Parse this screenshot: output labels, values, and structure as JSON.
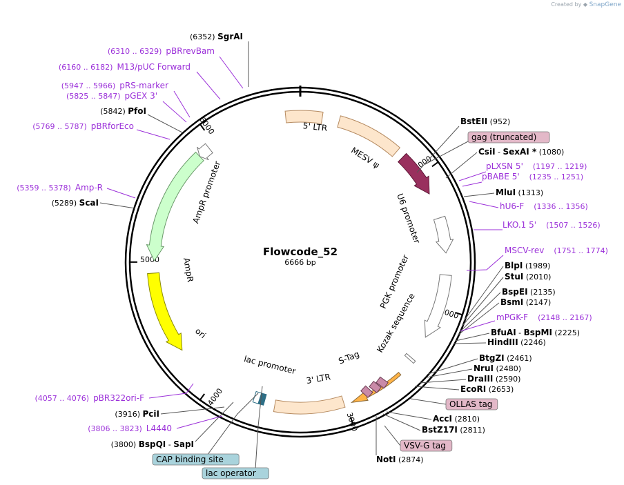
{
  "credit": {
    "prefix": "Created by",
    "brand": "SnapGene"
  },
  "plasmid": {
    "name": "Flowcode_52",
    "length_label": "6666 bp",
    "total_bp": 6666
  },
  "ticks": [
    {
      "bp": 1000,
      "label": "1000"
    },
    {
      "bp": 2000,
      "label": "2000"
    },
    {
      "bp": 3000,
      "label": "3000"
    },
    {
      "bp": 4000,
      "label": "4000"
    },
    {
      "bp": 5000,
      "label": "5000"
    },
    {
      "bp": 6000,
      "label": "6000"
    }
  ],
  "features": [
    {
      "name": "5' LTR",
      "start": 6560,
      "end": 160,
      "color": "#fde6cc",
      "stroke": "#b58a60",
      "dir": "none",
      "label_mode": "arc"
    },
    {
      "name": "MESV ψ",
      "start": 285,
      "end": 760,
      "color": "#fde6cc",
      "stroke": "#b58a60",
      "dir": "none",
      "label_mode": "arc_below"
    },
    {
      "name": "gag (truncated)",
      "start": 820,
      "end": 1150,
      "color": "#99305e",
      "stroke": "#5e1736",
      "dir": "fwd",
      "label_mode": "none"
    },
    {
      "name": "U6 promoter",
      "start": 1340,
      "end": 1600,
      "color": "#ffffff",
      "stroke": "#777",
      "dir": "fwd",
      "label_mode": "arc_below"
    },
    {
      "name": "PGK promoter",
      "start": 1760,
      "end": 2240,
      "color": "#ffffff",
      "stroke": "#777",
      "dir": "fwd",
      "label_mode": "arc_below"
    },
    {
      "name": "Kozak sequence",
      "start": 2420,
      "end": 2440,
      "color": "#ffffff",
      "stroke": "#777",
      "dir": "none",
      "label_mode": "none"
    },
    {
      "name": "OLLAS tag",
      "start": 2560,
      "end": 2960,
      "color": "#ffb347",
      "stroke": "#8a6a3b",
      "dir": "fwd_thin",
      "label_mode": "none"
    },
    {
      "name": "3' LTR",
      "start": 3015,
      "end": 3520,
      "color": "#fde6cc",
      "stroke": "#b58a60",
      "dir": "none",
      "label_mode": "arc"
    },
    {
      "name": "ori",
      "start": 4320,
      "end": 4920,
      "color": "#ffff00",
      "stroke": "#8a8a00",
      "dir": "rev",
      "label_mode": "arc"
    },
    {
      "name": "AmpR",
      "start": 5010,
      "end": 5860,
      "color": "#ccffcc",
      "stroke": "#6a9a6a",
      "dir": "rev",
      "label_mode": "arc_below"
    },
    {
      "name": "AmpR promoter",
      "start": 5860,
      "end": 5950,
      "color": "#ffffff",
      "stroke": "#777",
      "dir": "rev",
      "label_mode": "none"
    }
  ],
  "inner_labels": [
    {
      "text": "5' LTR"
    },
    {
      "text": "MESV ψ"
    },
    {
      "text": "U6 promoter"
    },
    {
      "text": "PGK promoter"
    },
    {
      "text": "Kozak sequence"
    },
    {
      "text": "S-Tag"
    },
    {
      "text": "3' LTR"
    },
    {
      "text": "lac promoter"
    },
    {
      "text": "ori"
    },
    {
      "text": "AmpR"
    },
    {
      "text": "AmpR promoter"
    }
  ],
  "enzymes": [
    {
      "name": "SgrAI",
      "pos": "(6352)"
    },
    {
      "name": "PfoI",
      "pos": "(5842)"
    },
    {
      "name": "ScaI",
      "pos": "(5289)"
    },
    {
      "name": "PciI",
      "pos": "(3916)"
    },
    {
      "name": "BspQI",
      "sep": " - ",
      "name2": "SapI",
      "pos": "(3800)"
    },
    {
      "name": "BstEII",
      "pos": "(952)"
    },
    {
      "name": "CsiI",
      "sep": " - ",
      "name2": "SexAI *",
      "pos": "(1080)"
    },
    {
      "name": "MluI",
      "pos": "(1313)"
    },
    {
      "name": "BlpI",
      "pos": "(1989)"
    },
    {
      "name": "StuI",
      "pos": "(2010)"
    },
    {
      "name": "BspEI",
      "pos": "(2135)"
    },
    {
      "name": "BsmI",
      "pos": "(2147)"
    },
    {
      "name": "BfuAI",
      "sep": " - ",
      "name2": "BspMI",
      "pos": "(2225)"
    },
    {
      "name": "HindIII",
      "pos": "(2246)"
    },
    {
      "name": "BtgZI",
      "pos": "(2461)"
    },
    {
      "name": "NruI",
      "pos": "(2480)"
    },
    {
      "name": "DraIII",
      "pos": "(2590)"
    },
    {
      "name": "EcoRI",
      "pos": "(2653)"
    },
    {
      "name": "AccI",
      "pos": "(2810)"
    },
    {
      "name": "BstZ17I",
      "pos": "(2811)"
    },
    {
      "name": "NotI",
      "pos": "(2874)"
    }
  ],
  "primers": [
    {
      "range": "(6310 .. 6329)",
      "name": "pBRrevBam"
    },
    {
      "range": "(6160 .. 6182)",
      "name": "M13/pUC Forward"
    },
    {
      "range": "(5947 .. 5966)",
      "name": "pRS-marker"
    },
    {
      "range": "(5825 .. 5847)",
      "name": "pGEX 3'"
    },
    {
      "range": "(5769 .. 5787)",
      "name": "pBRforEco"
    },
    {
      "range": "(5359 .. 5378)",
      "name": "Amp-R"
    },
    {
      "range": "(4057 .. 4076)",
      "name": "pBR322ori-F"
    },
    {
      "range": "(3806 .. 3823)",
      "name": "L4440"
    },
    {
      "range": "(1197 .. 1219)",
      "name": "pLXSN 5'"
    },
    {
      "range": "(1235 .. 1251)",
      "name": "pBABE 5'"
    },
    {
      "range": "(1336 .. 1356)",
      "name": "hU6-F"
    },
    {
      "range": "(1507 .. 1526)",
      "name": "LKO.1 5'"
    },
    {
      "range": "(1751 .. 1774)",
      "name": "MSCV-rev"
    },
    {
      "range": "(2148 .. 2167)",
      "name": "mPGK-F"
    }
  ],
  "boxed_features": [
    {
      "name": "gag (truncated)",
      "fill": "#e3b8c8"
    },
    {
      "name": "OLLAS tag",
      "fill": "#e3b8c8"
    },
    {
      "name": "VSV-G tag",
      "fill": "#e3b8c8"
    },
    {
      "name": "CAP binding site",
      "fill": "#a9d3dc"
    },
    {
      "name": "lac operator",
      "fill": "#a9d3dc"
    }
  ]
}
